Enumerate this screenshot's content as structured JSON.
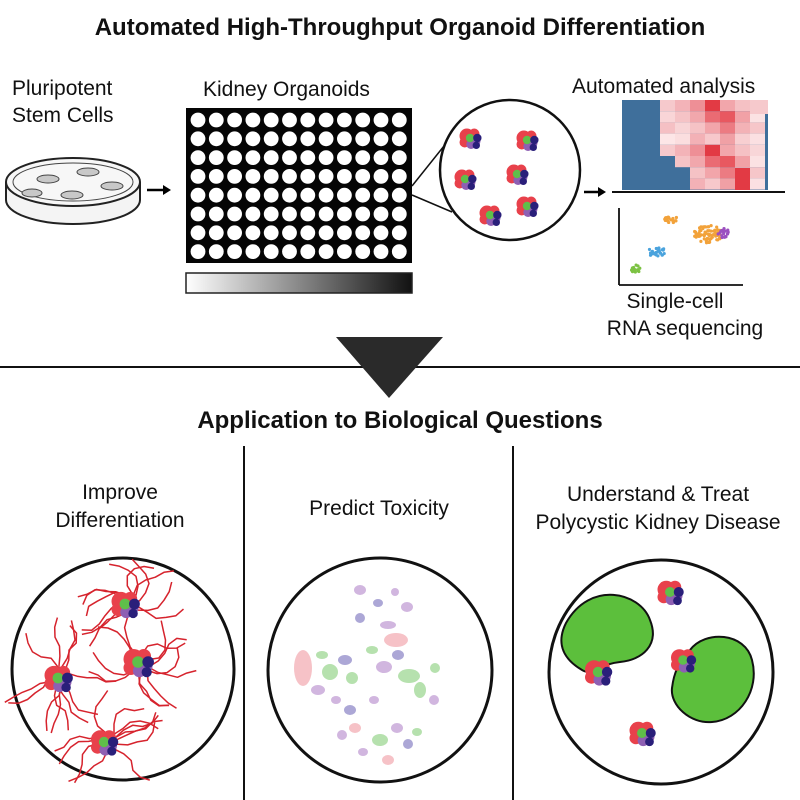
{
  "top_section": {
    "title": "Automated High-Throughput Organoid Differentiation",
    "stem_cells_label_line1": "Pluripotent",
    "stem_cells_label_line2": "Stem Cells",
    "plate_label": "Kidney Organoids",
    "analysis_label": "Automated analysis",
    "scrna_label_line1": "Single-cell",
    "scrna_label_line2": "RNA sequencing"
  },
  "bottom_section": {
    "title": "Application to Biological Questions",
    "panels": [
      {
        "label_line1": "Improve",
        "label_line2": "Differentiation"
      },
      {
        "label_line1": "Predict Toxicity",
        "label_line2": ""
      },
      {
        "label_line1": "Understand & Treat",
        "label_line2": "Polycystic Kidney Disease"
      }
    ]
  },
  "colors": {
    "heatmap_blue": "#3f6f9b",
    "heatmap_red": "#e0303a",
    "organoid_red": "#e8414b",
    "organoid_purple": "#8e5fb3",
    "organoid_navy": "#2a1f7a",
    "organoid_green": "#5fbf4a",
    "cyst_green": "#5cbf3c",
    "cluster_orange": "#f2a23a",
    "cluster_blue": "#4aa3dd",
    "cluster_purple": "#9b4fc0",
    "cluster_green": "#7cc243"
  }
}
